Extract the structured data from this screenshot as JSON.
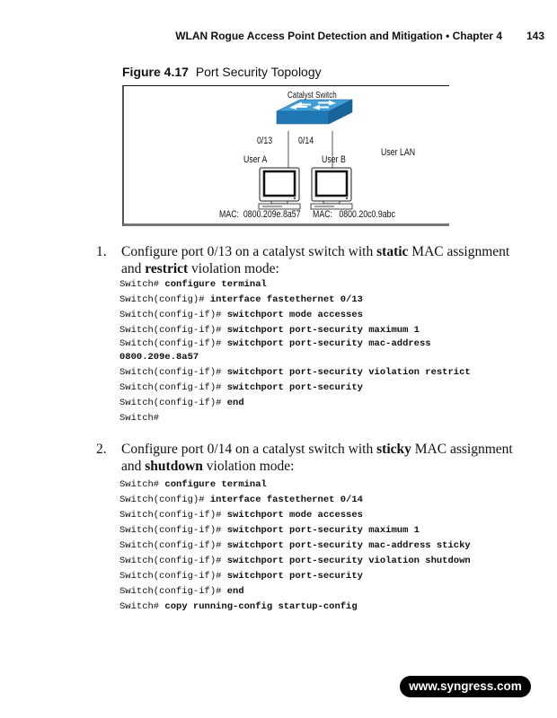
{
  "header": {
    "running_title": "WLAN Rogue Access Point Detection and Mitigation • Chapter 4",
    "page_number": "143"
  },
  "figure": {
    "number": "Figure 4.17",
    "title": "Port Security Topology",
    "switch_label": "Catalyst Switch",
    "ports": [
      "0/13",
      "0/14"
    ],
    "users": [
      {
        "label": "User A",
        "mac_label": "MAC:",
        "mac": "0800.209e.8a57"
      },
      {
        "label": "User B",
        "mac_label": "MAC:",
        "mac": "0800.20c0.9abc"
      }
    ],
    "lan_label": "User LAN",
    "colors": {
      "switch_top": "#3f9fd8",
      "switch_front": "#1f78b4",
      "switch_side": "#17659a"
    }
  },
  "steps": [
    {
      "number": "1.",
      "text_parts": [
        "Configure port 0/13 on a catalyst switch with ",
        "static",
        " MAC assignment and ",
        "restrict",
        " violation mode:"
      ],
      "code": [
        {
          "prompt": "Switch# ",
          "cmd": "configure terminal"
        },
        {
          "prompt": "Switch(config)# ",
          "cmd": "interface fastethernet 0/13"
        },
        {
          "prompt": "Switch(config-if)# ",
          "cmd": "switchport mode accesses"
        },
        {
          "prompt": "Switch(config-if)# ",
          "cmd": "switchport port-security maximum 1"
        },
        {
          "prompt": "Switch(config-if)# ",
          "cmd": "switchport port-security mac-address"
        },
        {
          "prompt": "",
          "cmd": "0800.209e.8a57"
        },
        {
          "prompt": "Switch(config-if)# ",
          "cmd": "switchport port-security violation restrict"
        },
        {
          "prompt": "Switch(config-if)# ",
          "cmd": "switchport port-security"
        },
        {
          "prompt": "Switch(config-if)# ",
          "cmd": "end"
        },
        {
          "prompt": "Switch#",
          "cmd": ""
        }
      ]
    },
    {
      "number": "2.",
      "text_parts": [
        "Configure port 0/14 on a catalyst switch with ",
        "sticky",
        " MAC assignment and ",
        "shutdown",
        " violation mode:"
      ],
      "code": [
        {
          "prompt": "Switch# ",
          "cmd": "configure terminal"
        },
        {
          "prompt": "Switch(config)# ",
          "cmd": "interface fastethernet 0/14"
        },
        {
          "prompt": "Switch(config-if)# ",
          "cmd": "switchport mode accesses"
        },
        {
          "prompt": "Switch(config-if)# ",
          "cmd": "switchport port-security maximum 1"
        },
        {
          "prompt": "Switch(config-if)# ",
          "cmd": "switchport port-security mac-address sticky"
        },
        {
          "prompt": "Switch(config-if)# ",
          "cmd": "switchport port-security violation shutdown"
        },
        {
          "prompt": "Switch(config-if)# ",
          "cmd": "switchport port-security"
        },
        {
          "prompt": "Switch(config-if)# ",
          "cmd": "end"
        },
        {
          "prompt": "Switch# ",
          "cmd": "copy running-config startup-config"
        }
      ]
    }
  ],
  "footer": {
    "url": "www.syngress.com"
  }
}
